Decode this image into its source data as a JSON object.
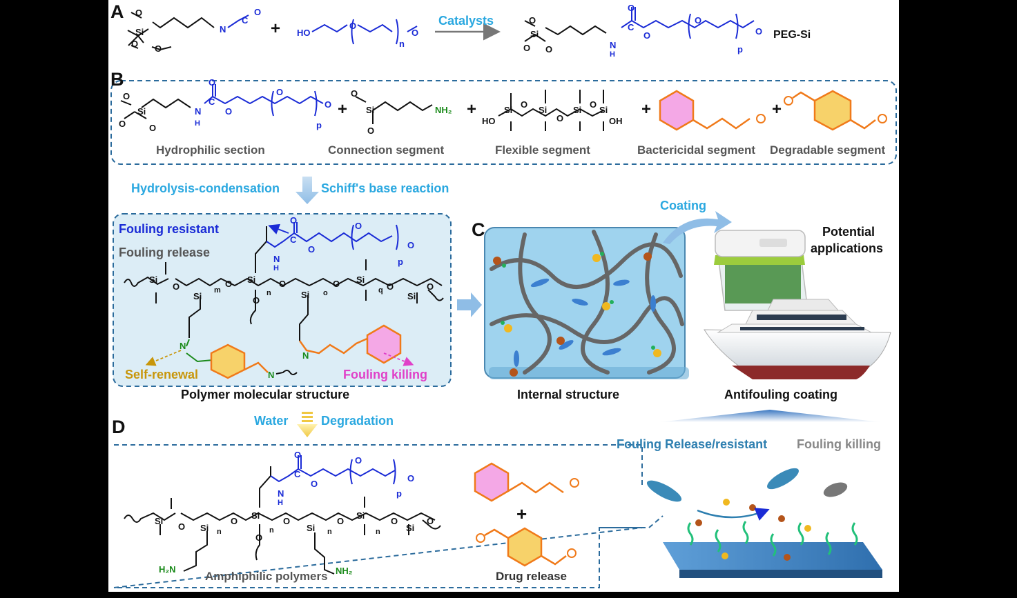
{
  "panels": {
    "a": "A",
    "b": "B",
    "c": "C",
    "d": "D"
  },
  "section_a": {
    "catalysts": "Catalysts",
    "product": "PEG-Si",
    "plus": "+"
  },
  "section_b": {
    "segments": [
      "Hydrophilic section",
      "Connection segment",
      "Flexible segment",
      "Bactericidal segment",
      "Degradable segment"
    ],
    "plus": "+"
  },
  "reaction": {
    "left": "Hydrolysis-condensation",
    "right": "Schiff's base reaction"
  },
  "polymer": {
    "fouling_resistant": "Fouling resistant",
    "fouling_release": "Fouling release",
    "self_renewal": "Self-renewal",
    "fouling_killing": "Fouling killing",
    "caption": "Polymer molecular structure"
  },
  "section_c": {
    "internal": "Internal structure",
    "coating_arrow": "Coating",
    "potential": "Potential",
    "applications": "applications",
    "antifouling": "Antifouling coating",
    "release_resistant": "Fouling Release/resistant",
    "killing": "Fouling killing"
  },
  "degradation": {
    "water": "Water",
    "degradation": "Degradation"
  },
  "section_d": {
    "amphiphilic": "Amphiphilic polymers",
    "drug_release": "Drug release",
    "plus": "+"
  },
  "colors": {
    "accent_blue": "#2aa8e0",
    "dash_border": "#2b6b9c",
    "peg_blue": "#1a2bd6",
    "amine_green": "#1a8a1a",
    "aldehyde_orange": "#f07a1a",
    "phenyl_pink": "#f4a8e6",
    "ring_yellow": "#f7d26a",
    "self_renewal_gold": "#c8960a",
    "fouling_killing_magenta": "#e040c8",
    "release_teal": "#2e7fb0"
  }
}
